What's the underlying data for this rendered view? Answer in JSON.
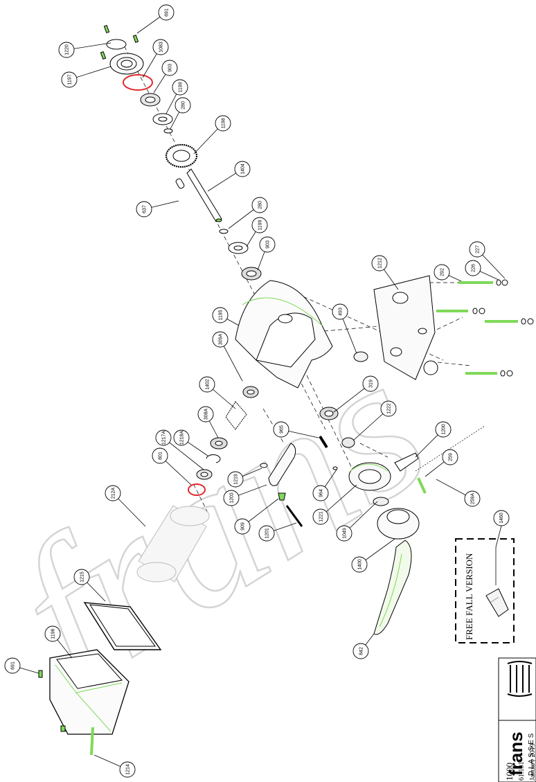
{
  "watermark": {
    "text": "frans",
    "color": "#d0d0d0"
  },
  "colors": {
    "highlight_green": "#7ed957",
    "gasket_red": "#e0282c",
    "line": "#000000",
    "housing_fill": "#f2f2f2"
  },
  "part_labels": [
    "691",
    "1220",
    "1197",
    "1083",
    "903",
    "1199",
    "280",
    "1198",
    "1404",
    "637",
    "280",
    "1199",
    "903",
    "1195",
    "309A",
    "1402",
    "308A",
    "1217A",
    "1218A",
    "801",
    "212A",
    "1219",
    "1203",
    "909",
    "1201",
    "965",
    "964",
    "1221",
    "1049",
    "1400",
    "842",
    "1222",
    "319",
    "493",
    "1212",
    "292",
    "226",
    "227",
    "1200",
    "259",
    "259A",
    "1460",
    "1215",
    "1196",
    "691",
    "1214"
  ],
  "free_fall_box": {
    "title": "FREE FALL VERSION",
    "part_label": "1460"
  },
  "title_block": {
    "logo_text": "frans",
    "logo_mark": "’",
    "registered": "®",
    "subtitle": "D L A S S E S",
    "model": "1000",
    "drawing_number": "61.101",
    "date": "January 2019"
  }
}
